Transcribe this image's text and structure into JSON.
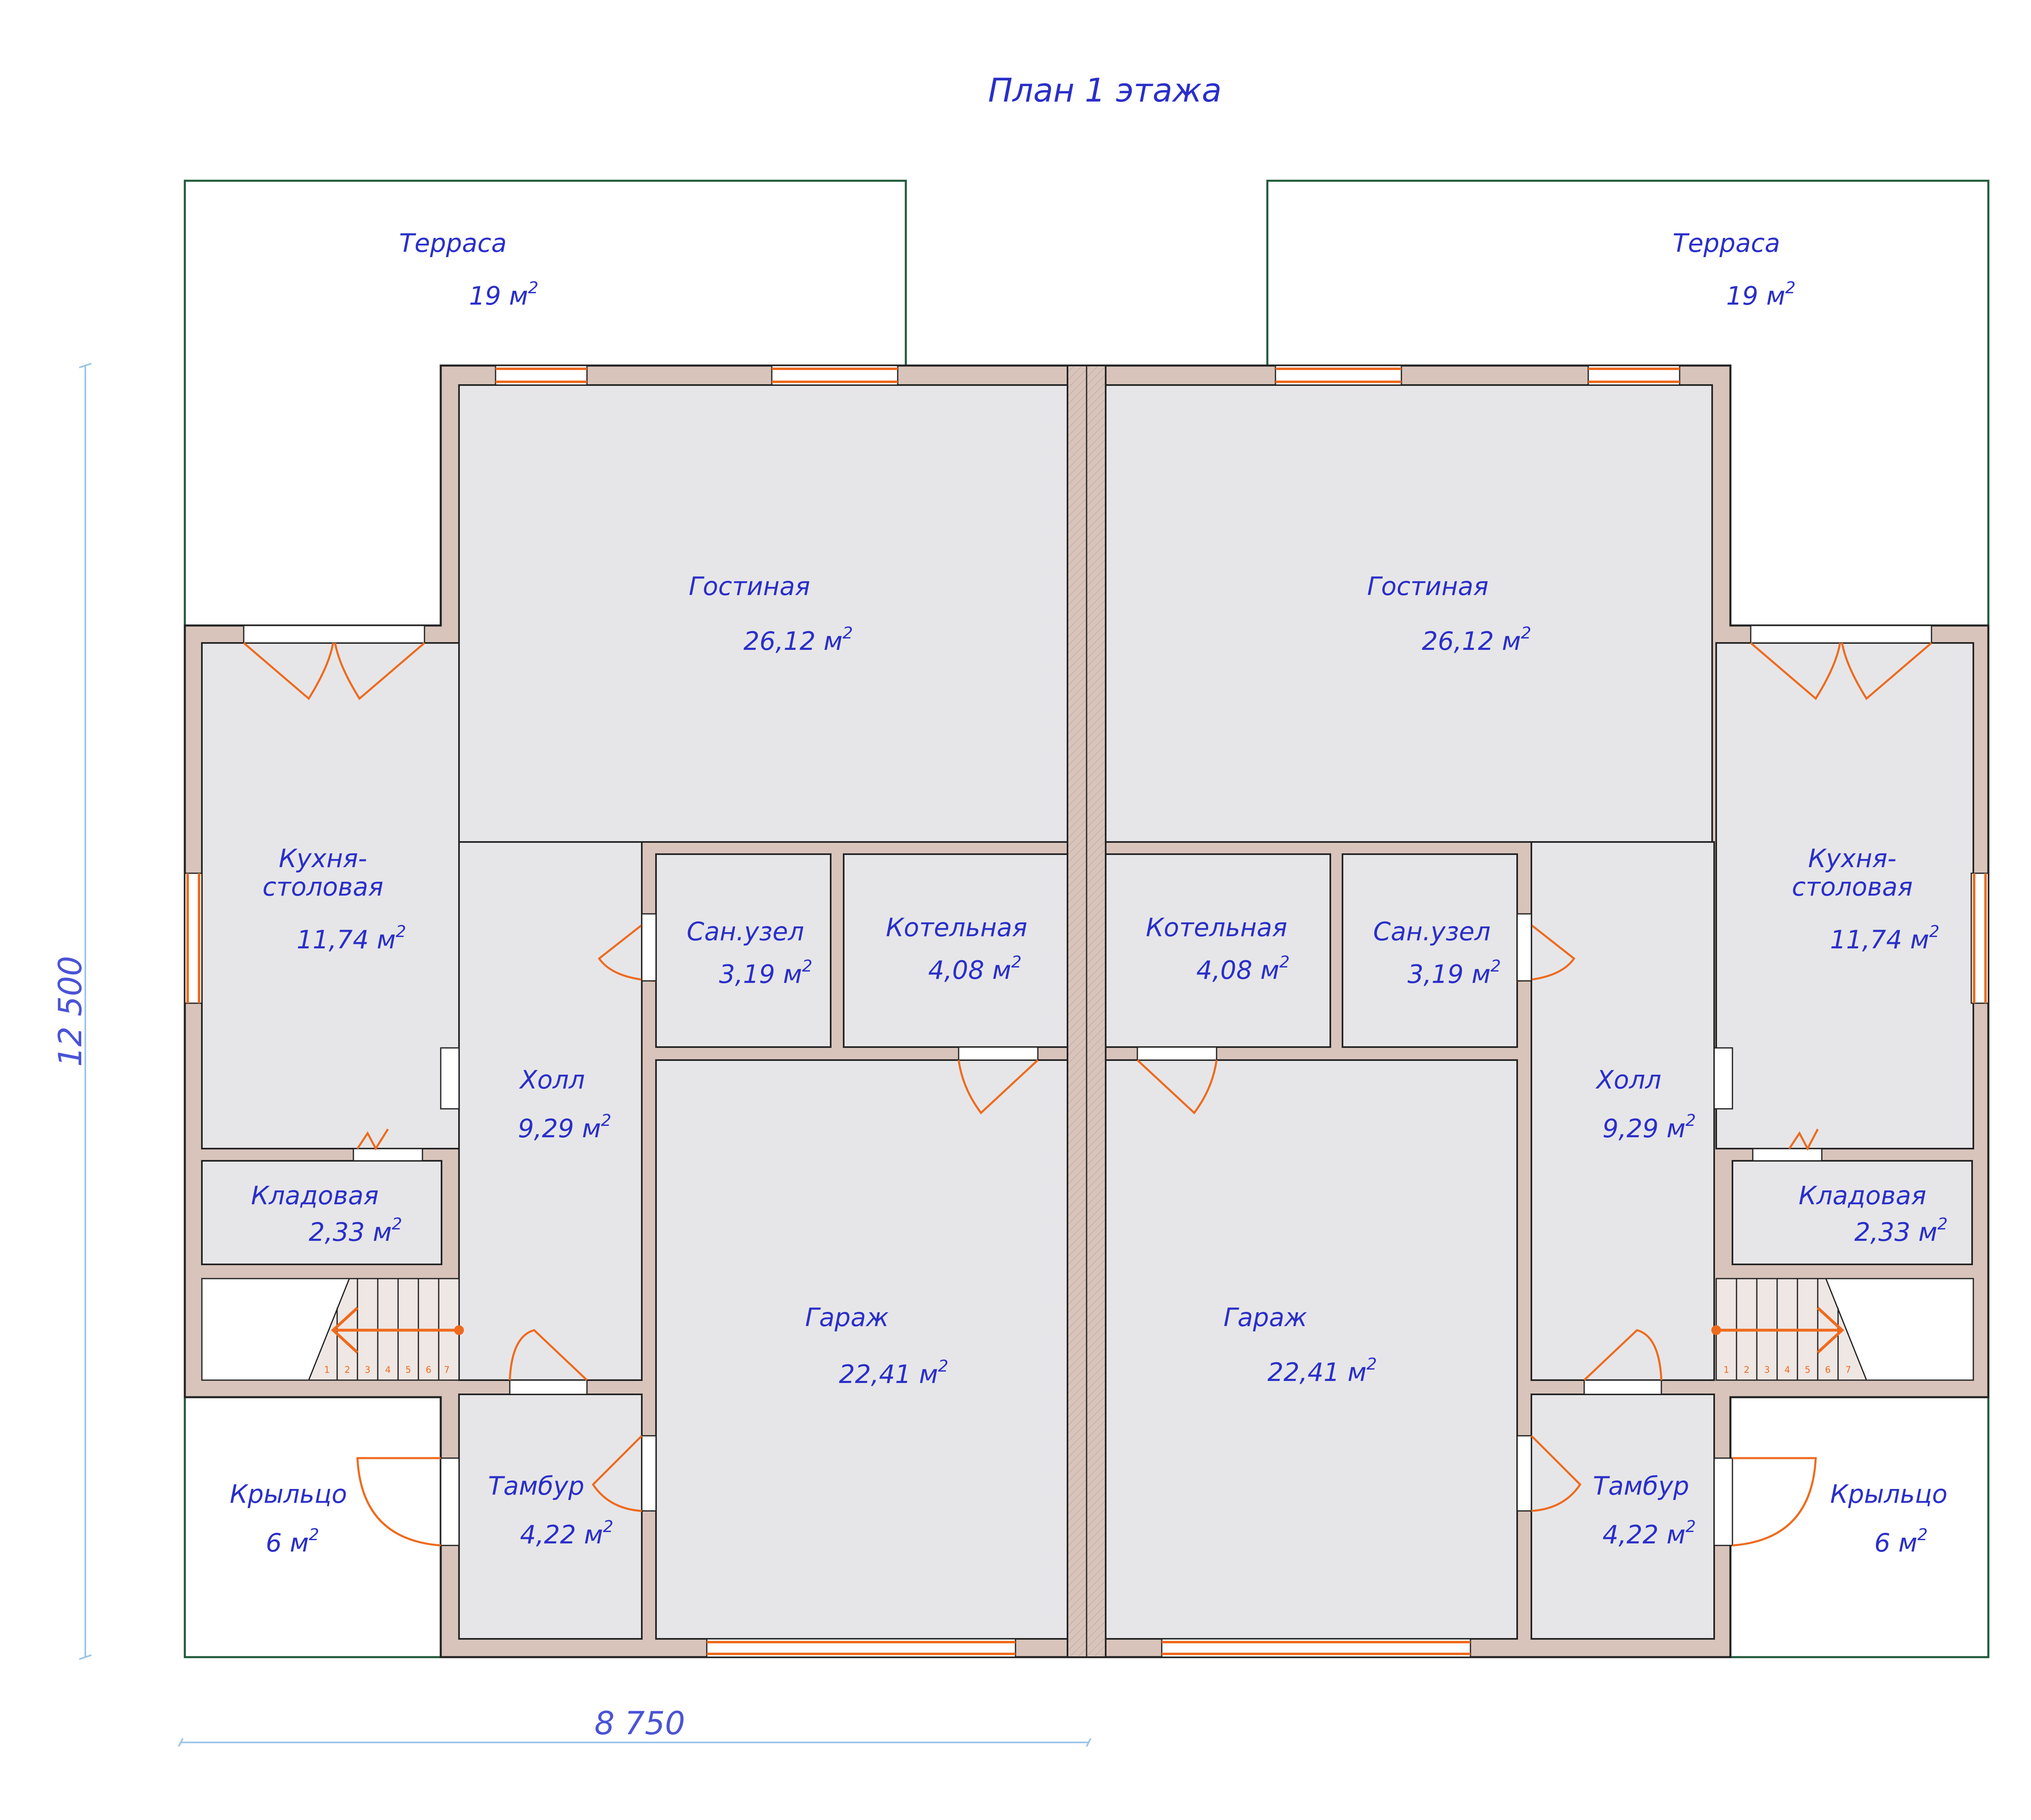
{
  "title": "План 1 этажа",
  "dimensions": {
    "width": "8 750",
    "height": "12 500"
  },
  "unit": "м",
  "left_unit": {
    "terrace": {
      "name": "Терраса",
      "area": "19"
    },
    "living": {
      "name": "Гостиная",
      "area": "26,12"
    },
    "kitchen": {
      "name_line1": "Кухня-",
      "name_line2": "столовая",
      "area": "11,74"
    },
    "bath": {
      "name": "Сан.узел",
      "area": "3,19"
    },
    "boiler": {
      "name": "Котельная",
      "area": "4,08"
    },
    "hall": {
      "name": "Холл",
      "area": "9,29"
    },
    "pantry": {
      "name": "Кладовая",
      "area": "2,33"
    },
    "garage": {
      "name": "Гараж",
      "area": "22,41"
    },
    "vestibule": {
      "name": "Тамбур",
      "area": "4,22"
    },
    "porch": {
      "name": "Крыльцо",
      "area": "6"
    }
  },
  "right_unit": {
    "terrace": {
      "name": "Терраса",
      "area": "19"
    },
    "living": {
      "name": "Гостиная",
      "area": "26,12"
    },
    "kitchen": {
      "name_line1": "Кухня-",
      "name_line2": "столовая",
      "area": "11,74"
    },
    "bath": {
      "name": "Сан.узел",
      "area": "3,19"
    },
    "boiler": {
      "name": "Котельная",
      "area": "4,08"
    },
    "hall": {
      "name": "Холл",
      "area": "9,29"
    },
    "pantry": {
      "name": "Кладовая",
      "area": "2,33"
    },
    "garage": {
      "name": "Гараж",
      "area": "22,41"
    },
    "vestibule": {
      "name": "Тамбур",
      "area": "4,22"
    },
    "porch": {
      "name": "Крыльцо",
      "area": "6"
    }
  },
  "stairs": [
    "1",
    "2",
    "3",
    "4",
    "5",
    "6",
    "7"
  ],
  "colors": {
    "wall": "#d8c4bb",
    "floor": "#e6e6e8",
    "label": "#2a2fc9",
    "door_window": "#ef6a1d",
    "outline": "#1f5a3a",
    "dimension": "#9cc4e8"
  }
}
